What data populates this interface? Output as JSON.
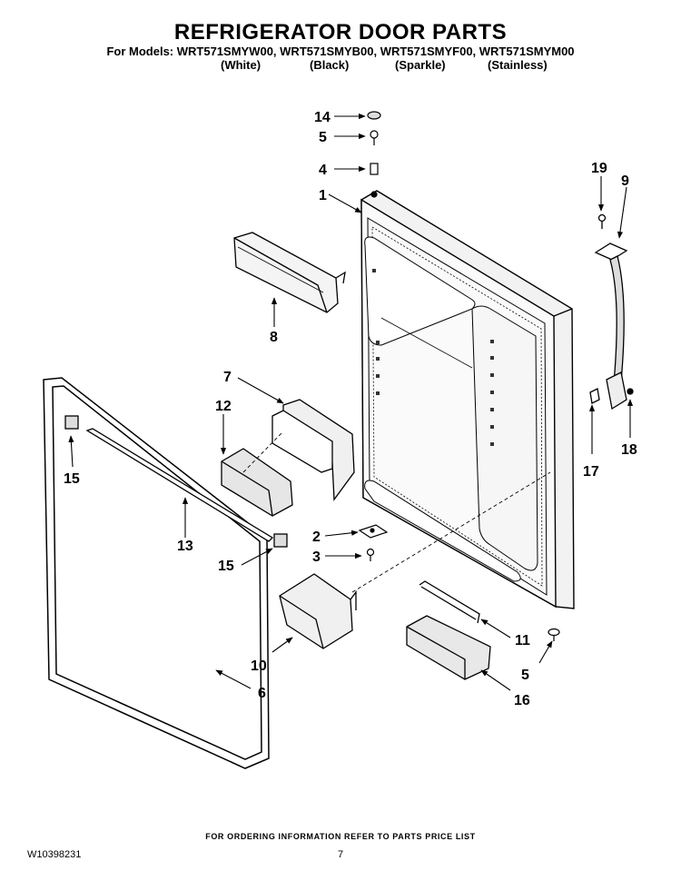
{
  "header": {
    "title": "REFRIGERATOR DOOR PARTS",
    "models": "For Models: WRT571SMYW00, WRT571SMYB00, WRT571SMYF00, WRT571SMYM00",
    "finishes": [
      "(White)",
      "(Black)",
      "(Sparkle)",
      "(Stainless)"
    ]
  },
  "callouts": [
    {
      "id": "c14",
      "label": "14"
    },
    {
      "id": "c5a",
      "label": "5"
    },
    {
      "id": "c4",
      "label": "4"
    },
    {
      "id": "c1",
      "label": "1"
    },
    {
      "id": "c19",
      "label": "19"
    },
    {
      "id": "c9",
      "label": "9"
    },
    {
      "id": "c8",
      "label": "8"
    },
    {
      "id": "c7",
      "label": "7"
    },
    {
      "id": "c12",
      "label": "12"
    },
    {
      "id": "c15a",
      "label": "15"
    },
    {
      "id": "c13",
      "label": "13"
    },
    {
      "id": "c15b",
      "label": "15"
    },
    {
      "id": "c2",
      "label": "2"
    },
    {
      "id": "c3",
      "label": "3"
    },
    {
      "id": "c17",
      "label": "17"
    },
    {
      "id": "c18",
      "label": "18"
    },
    {
      "id": "c10",
      "label": "10"
    },
    {
      "id": "c11",
      "label": "11"
    },
    {
      "id": "c5b",
      "label": "5"
    },
    {
      "id": "c16",
      "label": "16"
    },
    {
      "id": "c6",
      "label": "6"
    }
  ],
  "footer": {
    "note": "FOR ORDERING INFORMATION REFER TO PARTS PRICE LIST",
    "doc_number": "W10398231",
    "page_number": "7"
  }
}
